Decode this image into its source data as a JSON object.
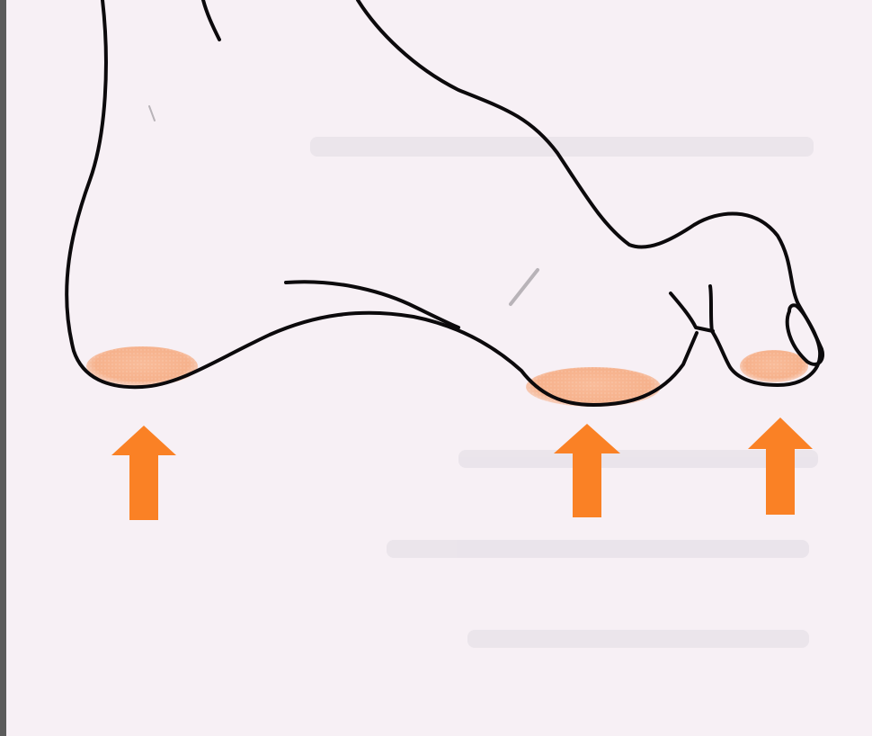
{
  "diagram": {
    "subject": "foot-side-view-weight-bearing-points",
    "colors": {
      "paper": "#f7f0f5",
      "outline": "#0c0a0c",
      "pad": "#f6a77a",
      "arrow": "#fa8125",
      "frame": "#5a5a5a"
    },
    "pressure_points": [
      {
        "id": "heel"
      },
      {
        "id": "ball-of-foot"
      },
      {
        "id": "big-toe"
      }
    ]
  }
}
